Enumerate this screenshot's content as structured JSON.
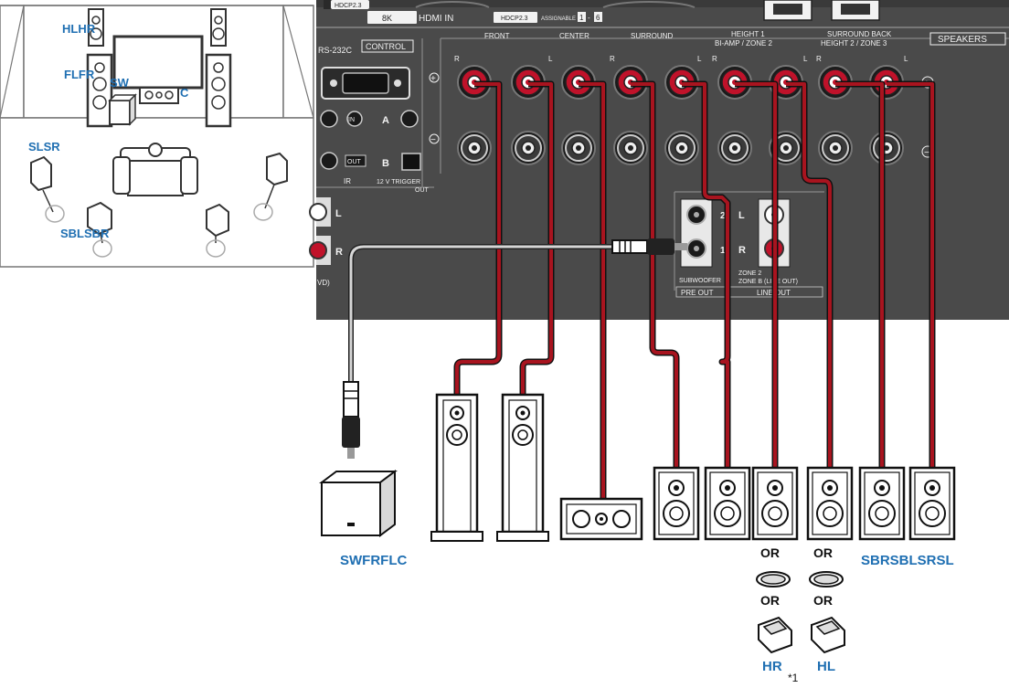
{
  "room": {
    "labels": {
      "hl_hr": "HLHR",
      "fl_fr": "FLFR",
      "sw": "SW",
      "c": "C",
      "sl_sr": "SLSR",
      "sbl_sbr": "SBLSBR"
    }
  },
  "receiver": {
    "top_labels": {
      "hdcp_small": "HDCP2.3",
      "eightk": "8K",
      "hdmi_in": "HDMI IN",
      "hdcp": "HDCP2.3",
      "assignable": "ASSIGNABLE",
      "one": "1",
      "two_six": "6"
    },
    "rs232c": "RS-232C",
    "control": "CONTROL",
    "speakers": "SPEAKERS",
    "sections": {
      "front": "FRONT",
      "center": "CENTER",
      "surround": "SURROUND",
      "height1": "HEIGHT 1",
      "height1_sub": "BI-AMP / ZONE 2",
      "surround_back": "SURROUND BACK",
      "surround_back_sub": "HEIGHT 2 / ZONE 3"
    },
    "r": "R",
    "l": "L",
    "plus": "+",
    "minus": "−",
    "ir_in": "IN",
    "ir_out": "OUT",
    "ir": "IR",
    "trigger_a": "A",
    "trigger_b": "B",
    "trigger": "12 V TRIGGER",
    "trigger_out": "OUT",
    "pre_out_two": "2",
    "pre_out_one": "1",
    "pre_l": "L",
    "pre_r": "R",
    "subwoofer": "SUBWOOFER",
    "zone2": "ZONE 2",
    "zone_b_line_out": "ZONE B (LINE OUT)",
    "pre_out": "PRE OUT",
    "line_out": "LINE OUT",
    "vd": "VD)"
  },
  "speakers": {
    "left_group": "SWFRFLC",
    "right_group": "SBRSBLSRSL",
    "or_labels": [
      "OR",
      "OR",
      "OR",
      "OR"
    ],
    "hr": "HR",
    "hl": "HL",
    "note": "*1"
  }
}
